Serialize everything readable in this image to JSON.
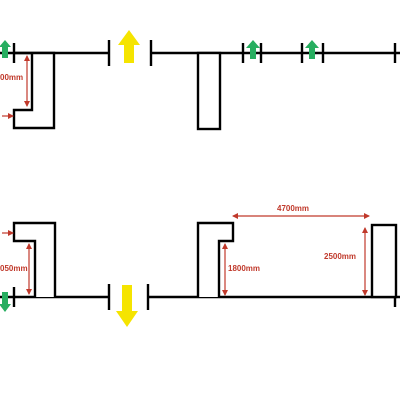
{
  "colors": {
    "wall": "#000000",
    "dimension": "#c0392b",
    "arrow_green": "#27ae60",
    "arrow_yellow": "#f5e400"
  },
  "icons": {
    "green_arrow": "arrow-up-icon",
    "yellow_arrow": "arrow-up-icon",
    "green_arrow_down": "arrow-down-icon",
    "yellow_arrow_down": "arrow-down-icon"
  },
  "labels": {
    "top_left_partial": "00mm",
    "bottom_left_partial": "050mm",
    "width_4700": "4700mm",
    "height_1800": "1800mm",
    "height_2500": "2500mm"
  }
}
